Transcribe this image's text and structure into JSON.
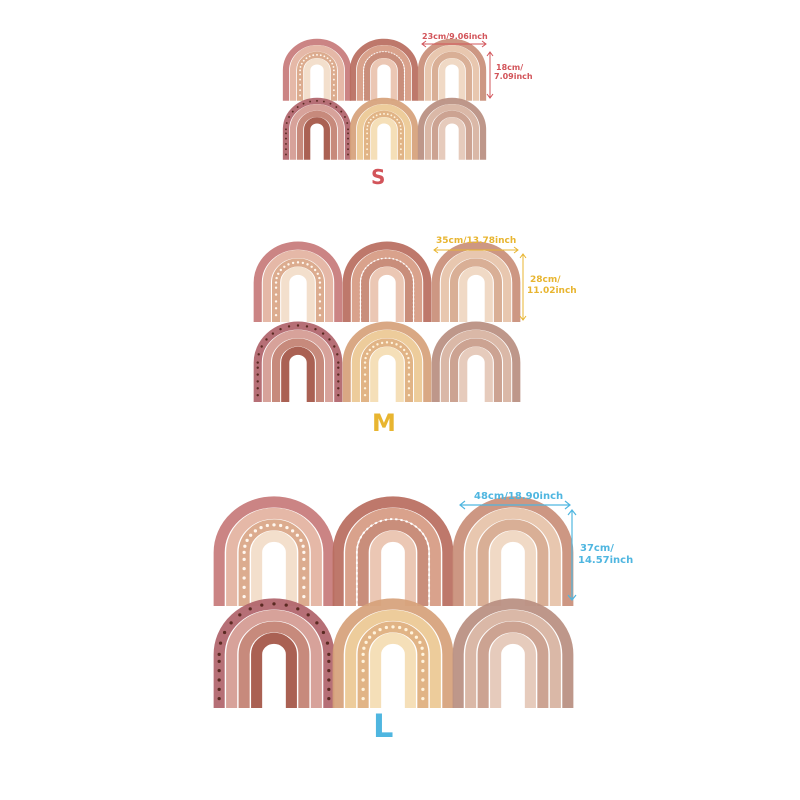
{
  "sizes": [
    {
      "letter": "S",
      "color": "#d2545a",
      "width_label": "23cm/9.06inch",
      "height_label_1": "18cm/",
      "height_label_2": "7.09inch"
    },
    {
      "letter": "M",
      "color": "#e8b530",
      "width_label": "35cm/13.78inch",
      "height_label_1": "28cm/",
      "height_label_2": "11.02inch"
    },
    {
      "letter": "L",
      "color": "#4fb6e0",
      "width_label": "48cm/18.90inch",
      "height_label_1": "37cm/",
      "height_label_2": "14.57inch"
    }
  ],
  "rainbows": [
    {
      "name": "rainbow-dotted-pink",
      "bands": [
        "#c7797a",
        "#e3b29f",
        "#d9a585",
        "#f2dcc8"
      ],
      "pattern": "dots-light"
    },
    {
      "name": "rainbow-stitched-terracotta",
      "bands": [
        "#b96d5e",
        "#d69a82",
        "#c48470",
        "#e9c2ae"
      ],
      "pattern": "stitch"
    },
    {
      "name": "rainbow-striped-sand",
      "bands": [
        "#c98e78",
        "#e6c2a8",
        "#d6a88d",
        "#efd6c0"
      ],
      "pattern": "none"
    },
    {
      "name": "rainbow-speckled-rose",
      "bands": [
        "#b0636a",
        "#d49a91",
        "#c28071",
        "#a35444"
      ],
      "pattern": "dots-dark"
    },
    {
      "name": "rainbow-dotted-ochre",
      "bands": [
        "#d6a17a",
        "#ecc893",
        "#deae7c",
        "#f4dcb2"
      ],
      "pattern": "dots-gold"
    },
    {
      "name": "rainbow-muted-mauve",
      "bands": [
        "#b98e80",
        "#d7b29f",
        "#c89b89",
        "#e4c7b6"
      ],
      "pattern": "none"
    }
  ]
}
